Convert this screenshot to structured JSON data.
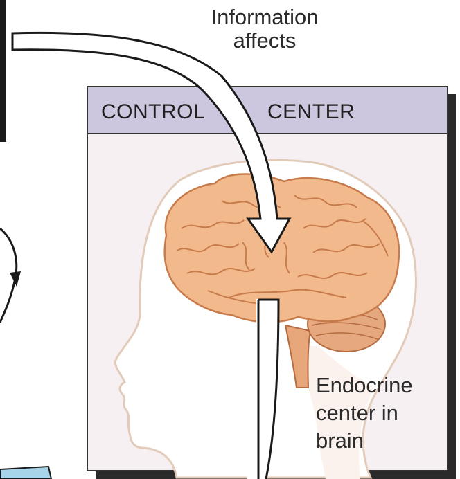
{
  "diagram": {
    "control_center": {
      "title_left": "CONTROL",
      "title_right": "CENTER"
    },
    "information_label": {
      "line1": "Information",
      "line2": "affects"
    },
    "endocrine_label": {
      "line1": "Endocrine",
      "line2": "center in",
      "line3": "brain"
    },
    "colors": {
      "panel_header": "#cdc6df",
      "panel_body": "#f6f0f3",
      "brain_fill": "#f2b98c",
      "brain_stroke": "#c77a4a",
      "head_fill": "#ffffff",
      "arrow_fill": "#ffffff"
    }
  }
}
